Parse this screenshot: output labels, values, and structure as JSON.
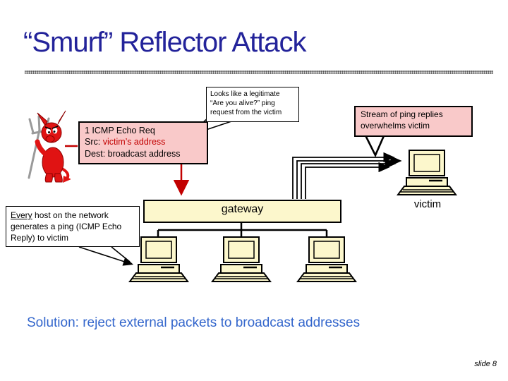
{
  "header": {
    "title": "“Smurf” Reflector Attack"
  },
  "callout_legitimate": {
    "line1": "Looks like a legitimate",
    "line2": "“Are you alive?” ping",
    "line3": "request from the victim"
  },
  "icmp_box": {
    "line1": "1 ICMP Echo Req",
    "src_label": "Src:",
    "src_value": "victim’s address",
    "dest_line": "Dest: broadcast address"
  },
  "stream_box": {
    "line1": "Stream of ping replies",
    "line2": "overwhelms victim"
  },
  "every_box": {
    "underlined": "Every",
    "rest": " host on the network generates a ping (ICMP Echo Reply) to victim"
  },
  "network": {
    "gateway_label": "gateway",
    "victim_label": "victim",
    "host_count": 3
  },
  "footer": {
    "solution": "Solution: reject external packets to broadcast addresses",
    "slide_number": "slide 8"
  },
  "icons": {
    "attacker": "devil-icon",
    "host": "computer-icon",
    "victim": "computer-icon"
  },
  "colors": {
    "title_blue": "#23239A",
    "solution_blue": "#3366CC",
    "box_pink": "#F9C9C9",
    "pale_yellow": "#FCF7CC",
    "arrow_red": "#C20000"
  }
}
